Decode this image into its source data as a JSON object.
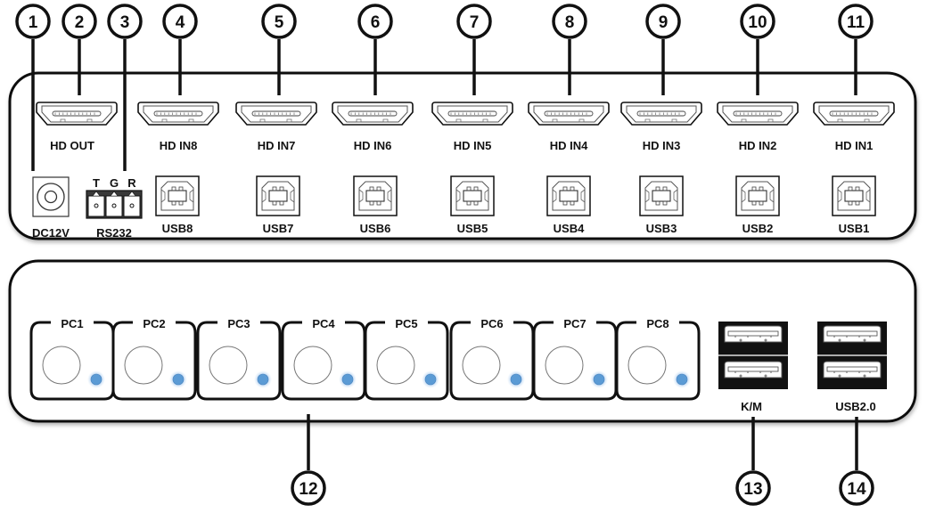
{
  "callouts": [
    {
      "num": "1",
      "target": "DC12V"
    },
    {
      "num": "2",
      "target": "HD OUT"
    },
    {
      "num": "3",
      "target": "RS232"
    },
    {
      "num": "4",
      "target": "HD IN8"
    },
    {
      "num": "5",
      "target": "HD IN7"
    },
    {
      "num": "6",
      "target": "HD IN6"
    },
    {
      "num": "7",
      "target": "HD IN5"
    },
    {
      "num": "8",
      "target": "HD IN4"
    },
    {
      "num": "9",
      "target": "HD IN3"
    },
    {
      "num": "10",
      "target": "HD IN2"
    },
    {
      "num": "11",
      "target": "HD IN1"
    },
    {
      "num": "12",
      "target": "PC select buttons"
    },
    {
      "num": "13",
      "target": "K/M"
    },
    {
      "num": "14",
      "target": "USB2.0"
    }
  ],
  "rear_panel": {
    "hdmi_ports": [
      "HD OUT",
      "HD IN8",
      "HD IN7",
      "HD IN6",
      "HD IN5",
      "HD IN4",
      "HD IN3",
      "HD IN2",
      "HD IN1"
    ],
    "power_label": "DC12V",
    "rs232": {
      "label": "RS232",
      "pins": [
        "T",
        "G",
        "R"
      ]
    },
    "usb_b_ports": [
      "USB8",
      "USB7",
      "USB6",
      "USB5",
      "USB4",
      "USB3",
      "USB2",
      "USB1"
    ]
  },
  "front_panel": {
    "pc_buttons": [
      "PC1",
      "PC2",
      "PC3",
      "PC4",
      "PC5",
      "PC6",
      "PC7",
      "PC8"
    ],
    "led_color": "#5b9bd5",
    "usb_a_groups": [
      {
        "label": "K/M"
      },
      {
        "label": "USB2.0"
      }
    ]
  }
}
